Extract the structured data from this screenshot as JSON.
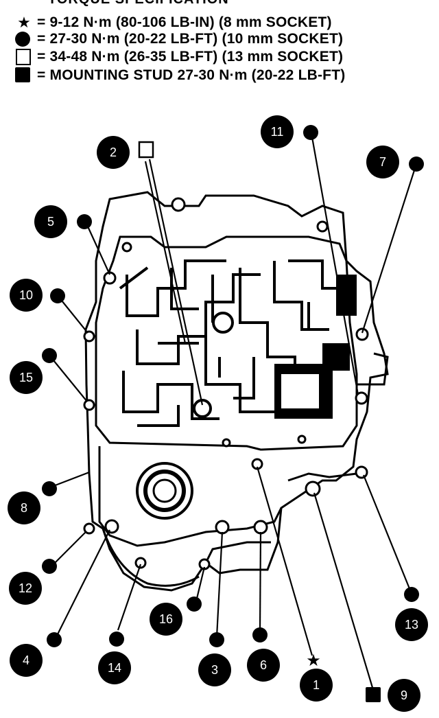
{
  "legend": {
    "truncated_heading": "TORQUE SPECIFICATION",
    "rows": [
      {
        "symbol": "star-icon",
        "text": "= 9-12 N·m (80-106 LB-IN) (8 mm SOCKET)"
      },
      {
        "symbol": "filled-circle-icon",
        "text": "= 27-30 N·m (20-22 LB-FT) (10 mm SOCKET)"
      },
      {
        "symbol": "open-square-icon",
        "text": "= 34-48 N·m (26-35 LB-FT) (13 mm SOCKET)"
      },
      {
        "symbol": "filled-square-icon",
        "text": "= MOUNTING STUD 27-30 N·m (20-22 LB-FT)"
      }
    ]
  },
  "callouts": [
    "1",
    "2",
    "3",
    "4",
    "5",
    "6",
    "7",
    "8",
    "9",
    "10",
    "11",
    "12",
    "13",
    "14",
    "15",
    "16"
  ]
}
